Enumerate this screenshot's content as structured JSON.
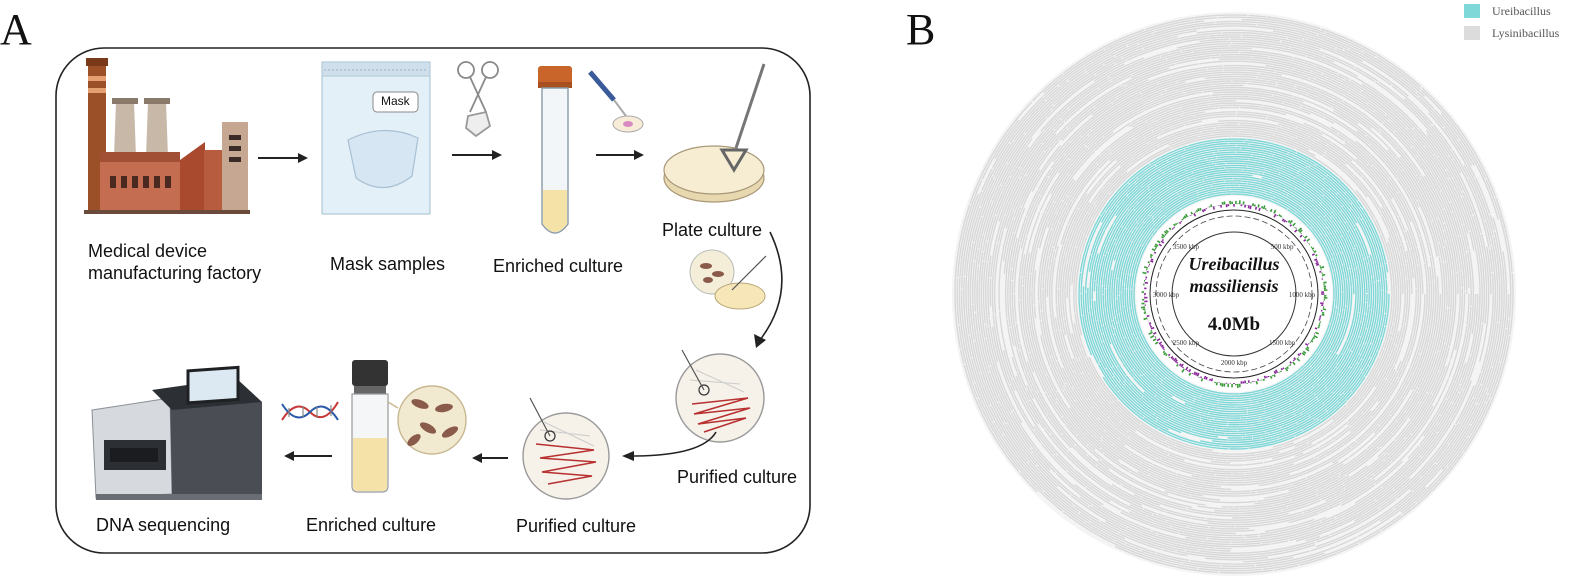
{
  "panel_a": {
    "letter": "A",
    "steps": {
      "factory": "Medical device manufacturing factory",
      "mask": "Mask samples",
      "mask_tag": "Mask",
      "enriched_top": "Enriched culture",
      "plate": "Plate culture",
      "purified_right": "Purified culture",
      "purified_bottom": "Purified culture",
      "enriched_bottom": "Enriched culture",
      "sequencing": "DNA sequencing"
    }
  },
  "panel_b": {
    "letter": "B",
    "legend": [
      {
        "label": "Ureibacillus",
        "color": "#7fd8d8"
      },
      {
        "label": "Lysinibacillus",
        "color": "#dcdcdc"
      }
    ],
    "center_title_line1": "Ureibacillus",
    "center_title_line2": "massiliensis",
    "genome_size": "4.0Mb",
    "ring_tick_labels": [
      "500 kbp",
      "1000 kbp",
      "1500 kbp",
      "2000 kbp",
      "2500 kbp",
      "3000 kbp",
      "3500 kbp"
    ],
    "colors": {
      "inner_ring": "#7fd8d8",
      "outer_ring": "#d8d8d8",
      "gc_pos": "#3a9a3a",
      "gc_neg": "#8a2a9a"
    }
  }
}
